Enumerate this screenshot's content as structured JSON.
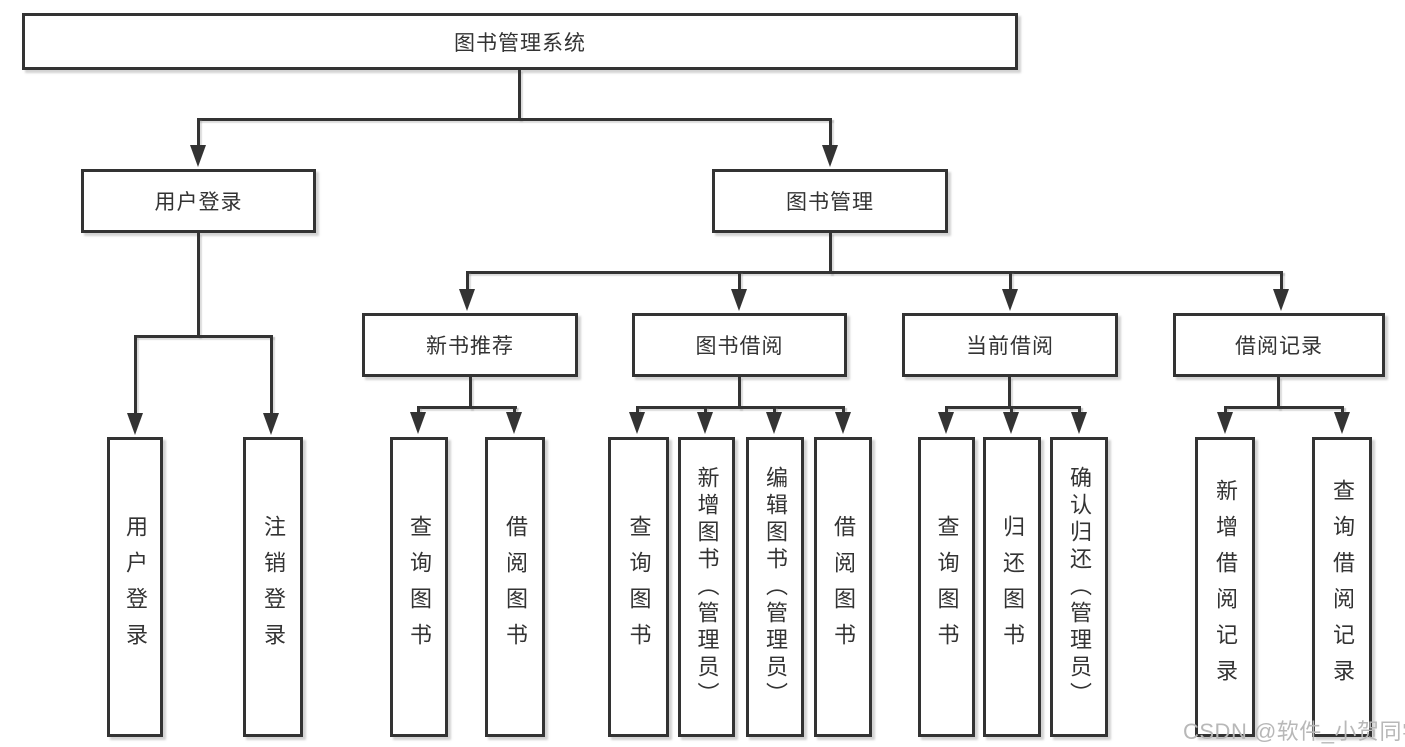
{
  "diagram": {
    "root_label": "图书管理系统",
    "login": {
      "label": "用户登录",
      "children": [
        "用户登录",
        "注销登录"
      ]
    },
    "mgmt": {
      "label": "图书管理",
      "groups": [
        {
          "label": "新书推荐",
          "children": [
            "查询图书",
            "借阅图书"
          ]
        },
        {
          "label": "图书借阅",
          "children": [
            "查询图书",
            "新增图书（管理员）",
            "编辑图书（管理员）",
            "借阅图书"
          ]
        },
        {
          "label": "当前借阅",
          "children": [
            "查询图书",
            "归还图书",
            "确认归还（管理员）"
          ]
        },
        {
          "label": "借阅记录",
          "children": [
            "新增借阅记录",
            "查询借阅记录"
          ]
        }
      ]
    }
  },
  "watermark": "CSDN @软件_小贺同学",
  "colors": {
    "line": "#333333",
    "box_border": "#333333",
    "text": "#333333",
    "watermark_text": "#b8b8b8",
    "background": "#ffffff"
  }
}
